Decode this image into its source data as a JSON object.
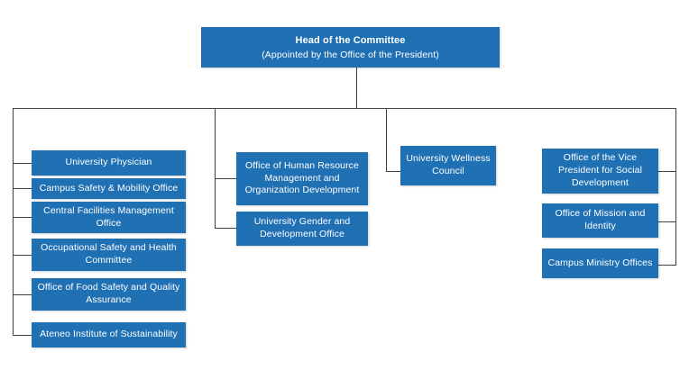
{
  "chart_data": {
    "type": "diagram",
    "diagram_kind": "organizational-chart",
    "title": "Head of the Committee",
    "orientation": "top-down",
    "accent_color": "#2070b4",
    "connector_color": "#3f3f3f",
    "background_color": "#ffffff",
    "text_color": "#ffffff",
    "root": {
      "title": "Head of the Committee",
      "subtitle": "(Appointed by the Office of the President)"
    },
    "branches": [
      {
        "id": "branch-1",
        "nodes": [
          "University Physician",
          "Campus Safety & Mobility Office",
          "Central Facilities Management Office",
          "Occupational Safety and Health Committee",
          "Office of Food Safety and Quality Assurance",
          "Ateneo Institute of Sustainability"
        ]
      },
      {
        "id": "branch-2",
        "nodes": [
          "Office of Human Resource Management  and Organization Development",
          "University Gender and Development Office"
        ]
      },
      {
        "id": "branch-3",
        "nodes": [
          "University Wellness Council"
        ]
      },
      {
        "id": "branch-4",
        "nodes": [
          "Office of the Vice President for Social Development",
          "Office of Mission and Identity",
          "Campus Ministry Offices"
        ]
      }
    ]
  },
  "nodes": {
    "head_title": "Head of the Committee",
    "head_subtitle": "(Appointed by the Office of the President)",
    "c1": {
      "n0": "University Physician",
      "n1": "Campus Safety & Mobility Office",
      "n2": "Central Facilities Management\nOffice",
      "n3": "Occupational Safety and Health\nCommittee",
      "n4": "Office of Food Safety and Quality\nAssurance",
      "n5": "Ateneo Institute of Sustainability"
    },
    "c2": {
      "n0": "Office of Human Resource\nManagement  and\nOrganization Development",
      "n1": "University Gender and\nDevelopment Office"
    },
    "c3": {
      "n0": "University Wellness\nCouncil"
    },
    "c4": {
      "n0": "Office of the Vice\nPresident for Social\nDevelopment",
      "n1": "Office of Mission and\nIdentity",
      "n2": "Campus Ministry Offices"
    }
  }
}
